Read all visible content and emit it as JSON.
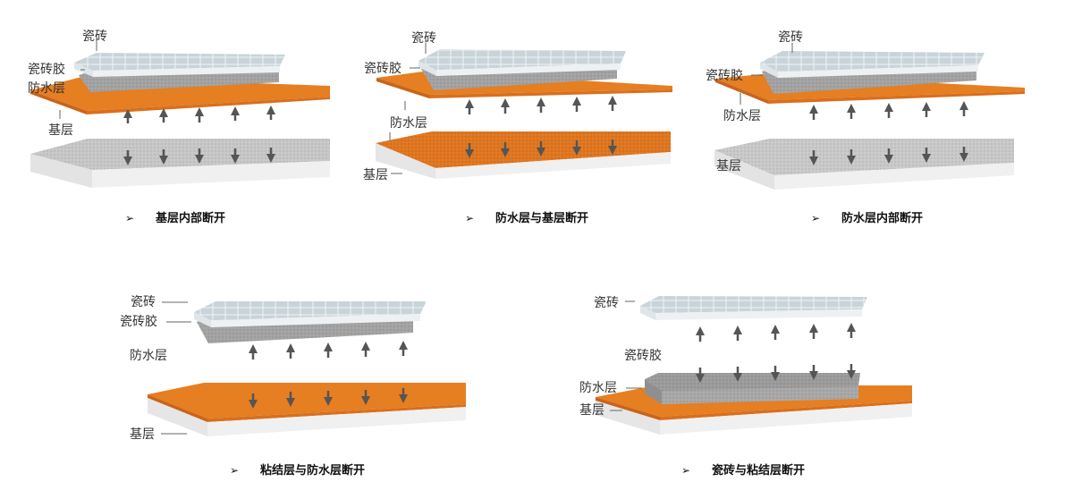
{
  "colors": {
    "membrane": "#e67e22",
    "membrane_side": "#c9641a",
    "substrate_top": "#c9c9c9",
    "substrate_side": "#ececec",
    "adhesive": "#9a9a9a",
    "tile_top": "#c9d4da",
    "tile_side": "#eef1f3",
    "arrow": "#555555"
  },
  "bullet": "➢",
  "panels": [
    {
      "caption": "基层内部断开",
      "labels": {
        "tile": "瓷砖",
        "adhesive": "瓷砖胶",
        "membrane": "防水层",
        "substrate": "基层"
      }
    },
    {
      "caption": "防水层与基层断开",
      "labels": {
        "tile": "瓷砖",
        "adhesive": "瓷砖胶",
        "membrane": "防水层",
        "substrate": "基层"
      }
    },
    {
      "caption": "防水层内部断开",
      "labels": {
        "tile": "瓷砖",
        "adhesive": "瓷砖胶",
        "membrane": "防水层",
        "substrate": "基层"
      }
    },
    {
      "caption": "粘结层与防水层断开",
      "labels": {
        "tile": "瓷砖",
        "adhesive": "瓷砖胶",
        "membrane": "防水层",
        "substrate": "基层"
      }
    },
    {
      "caption": "瓷砖与粘结层断开",
      "labels": {
        "tile": "瓷砖",
        "adhesive": "瓷砖胶",
        "membrane": "防水层",
        "substrate": "基层"
      }
    }
  ]
}
